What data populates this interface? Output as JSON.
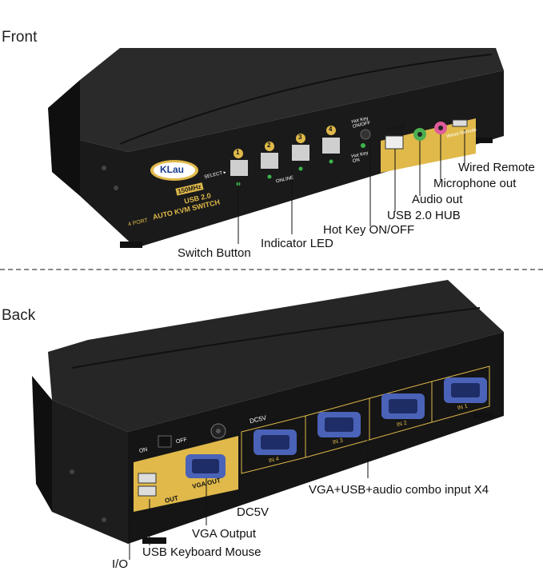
{
  "sections": {
    "front": "Front",
    "back": "Back"
  },
  "front_device": {
    "brand": "KLau",
    "speed": "150MHz",
    "model_line1": "USB 2.0",
    "model_line2": "AUTO KVM SWITCH",
    "port_badge": "4 PORT",
    "select_label": "SELECT ▸",
    "online_label": "ONLINE",
    "button_numbers": [
      "1",
      "2",
      "3",
      "4"
    ],
    "hotkey_top": "Hot Key ON/OFF",
    "hotkey_bottom": "Hot Key ON",
    "hub_label": "2.0 HUB",
    "remote_label": "Wired Remote"
  },
  "front_callouts": {
    "wired_remote": "Wired Remote",
    "microphone_out": "Microphone out",
    "audio_out": "Audio out",
    "usb_hub": "USB 2.0 HUB",
    "hotkey": "Hot Key ON/OFF",
    "indicator_led": "Indicator LED",
    "switch_button": "Switch Button"
  },
  "back_device": {
    "dc_label": "DC5V",
    "on_label": "ON",
    "off_label": "OFF",
    "out_label": "OUT",
    "vga_out_label": "VGA  OUT",
    "inputs": [
      "IN 4",
      "IN 3",
      "IN 2",
      "IN 1"
    ]
  },
  "back_callouts": {
    "vga_combo": "VGA+USB+audio combo input X4",
    "dc5v": "DC5V",
    "vga_output": "VGA Output",
    "usb_keyboard_mouse": "USB Keyboard Mouse",
    "io": "I/O"
  },
  "colors": {
    "body": "#1c1c1c",
    "gold": "#e0b94a",
    "vga_blue": "#4a63b8",
    "led": "#3bb54a"
  }
}
